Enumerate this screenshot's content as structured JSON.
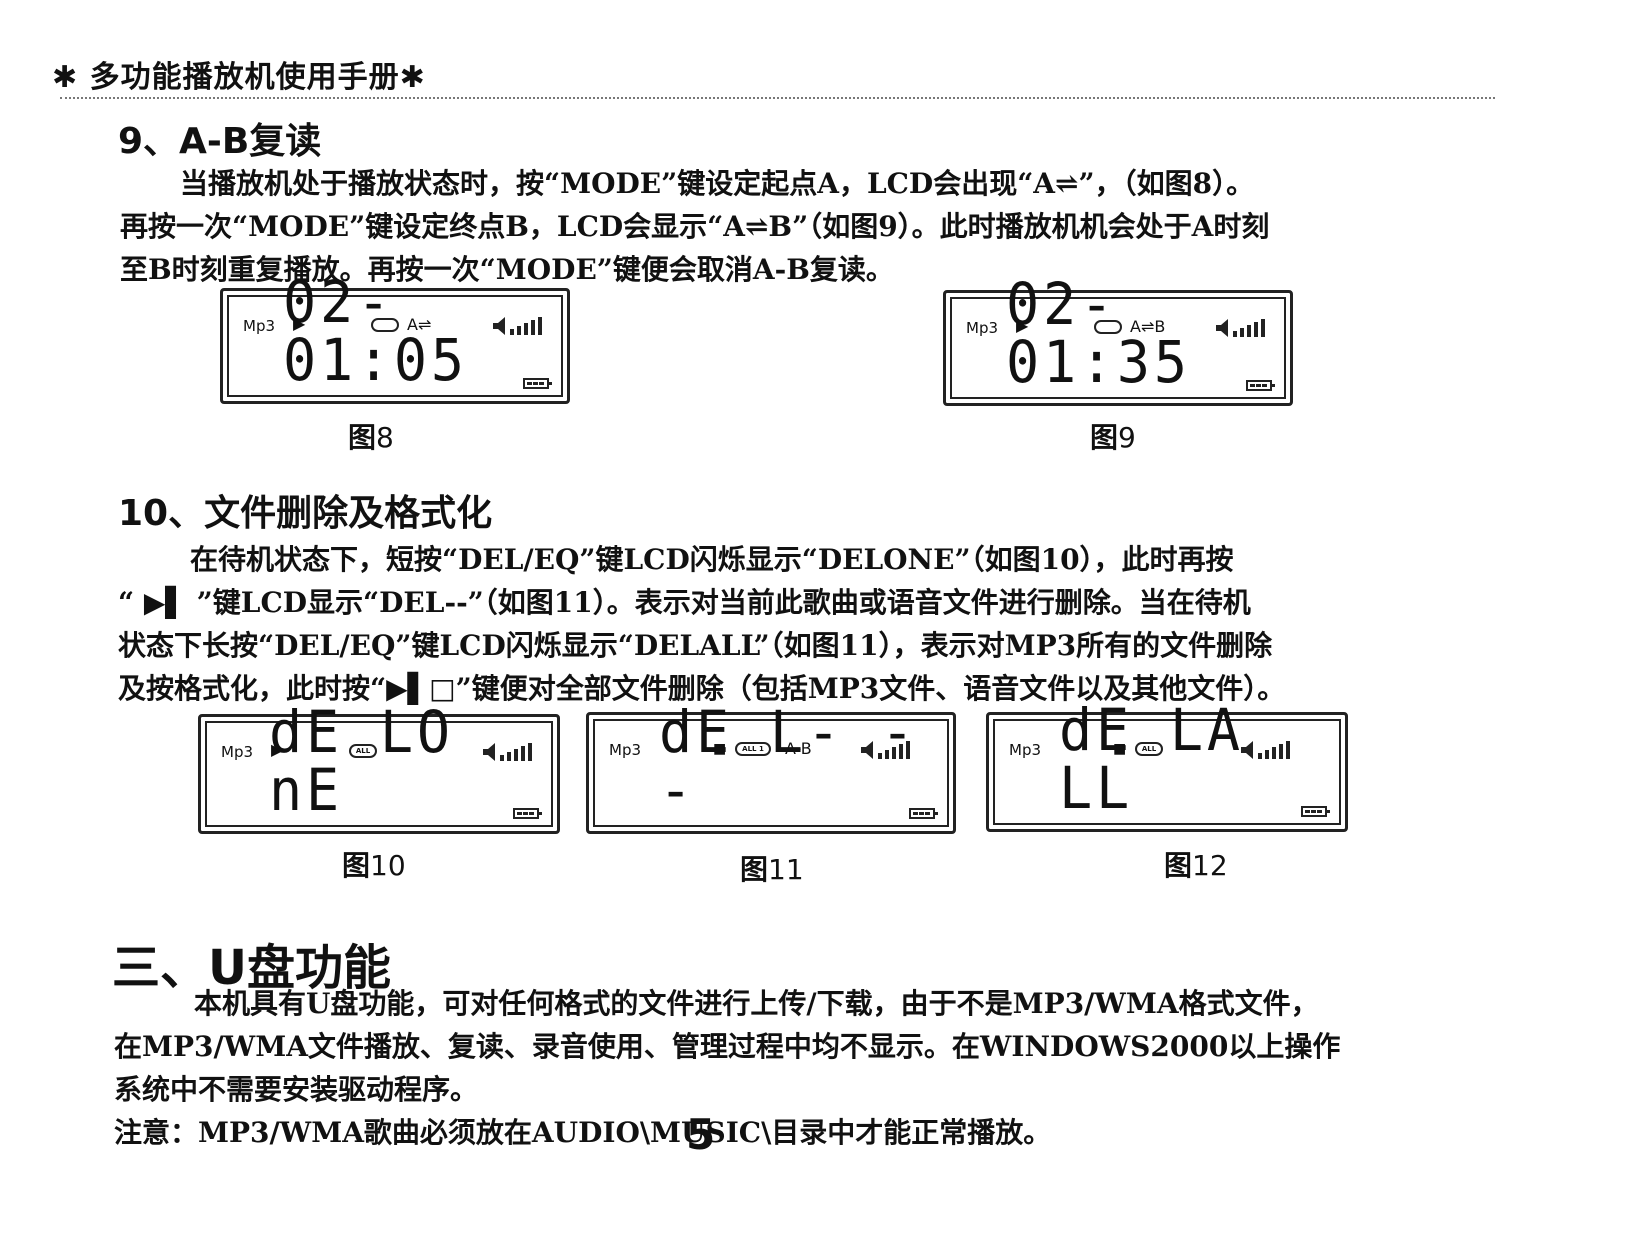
{
  "header": {
    "title": "✱ 多功能播放机使用手册✱"
  },
  "section_ab": {
    "heading": "9、A-B复读",
    "lines": [
      "当播放机处于播放状态时，按“MODE”键设定起点A，LCD会出现“A⇌”，（如图8）。",
      "再按一次“MODE”键设定终点B，LCD会显示“A⇌B”（如图9）。此时播放机机会处于A时刻",
      "至B时刻重复播放。再按一次“MODE”键便会取消A-B复读。"
    ]
  },
  "section_delete": {
    "heading": "10、文件删除及格式化",
    "lines": [
      "在待机状态下，短按“DEL/EQ”键LCD闪烁显示“DELONE”（如图10），此时再按",
      "“ ▶▌ ”键LCD显示“DEL--”（如图11）。表示对当前此歌曲或语音文件进行删除。当在待机",
      "状态下长按“DEL/EQ”键LCD闪烁显示“DELALL”（如图11），表示对MP3所有的文件删除",
      "及按格式化，此时按“▶▌□”键便对全部文件删除（包括MP3文件、语音文件以及其他文件）。"
    ]
  },
  "section_udisk": {
    "heading": "三、U盘功能",
    "lines": [
      "本机具有U盘功能，可对任何格式的文件进行上传/下载，由于不是MP3/WMA格式文件，",
      "在MP3/WMA文件播放、复读、录音使用、管理过程中均不显示。在WINDOWS2000以上操作",
      "系统中不需要安装驱动程序。",
      "注意：MP3/WMA歌曲必须放在AUDIO\\MUSIC\\目录中才能正常播放。"
    ]
  },
  "lcds": {
    "fig8": {
      "mode": "Mp3",
      "play": "▶",
      "ab": "A⇌",
      "digits": "02-01:05",
      "caption_prefix": "图",
      "caption_num": "8"
    },
    "fig9": {
      "mode": "Mp3",
      "play": "▶",
      "ab": "A⇌B",
      "digits": "02-01:35",
      "caption_prefix": "图",
      "caption_num": "9"
    },
    "fig10": {
      "mode": "Mp3",
      "play": "▶",
      "pill": "ALL",
      "digits": "dE LO nE",
      "caption_prefix": "图",
      "caption_num": "10"
    },
    "fig11": {
      "mode": "Mp3",
      "stop": "■",
      "pill": "ALL 1",
      "ab": "A-B",
      "digits": "dE L- --",
      "caption_prefix": "图",
      "caption_num": "11"
    },
    "fig12": {
      "mode": "Mp3",
      "stop": "■",
      "pill": "ALL",
      "digits": "dE LA LL",
      "caption_prefix": "图",
      "caption_num": "12"
    }
  },
  "page_number": "5"
}
